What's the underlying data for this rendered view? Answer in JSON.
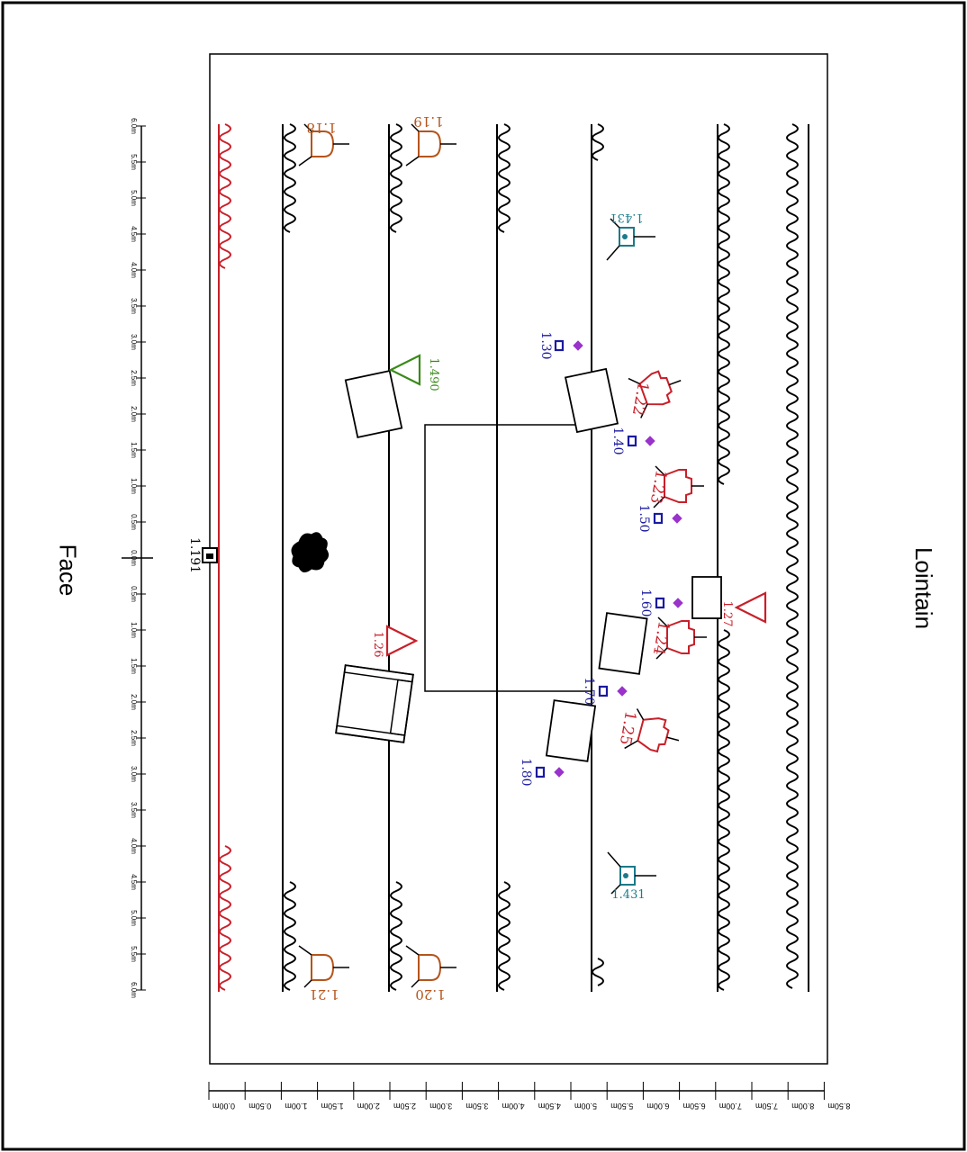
{
  "labels": {
    "face": "Face",
    "lointain": "Lointain"
  },
  "ruler_width_labels": [
    "6.0m",
    "5.5m",
    "5.0m",
    "4.5m",
    "4.0m",
    "3.5m",
    "3.0m",
    "2.5m",
    "2.0m",
    "1.5m",
    "1.0m",
    "0.5m",
    "0.0m",
    "0.5m",
    "1.0m",
    "1.5m",
    "2.0m",
    "2.5m",
    "3.0m",
    "3.5m",
    "4.0m",
    "4.5m",
    "5.0m",
    "5.5m",
    "6.0m"
  ],
  "ruler_depth_labels": [
    "0.00m",
    "0.50m",
    "1.00m",
    "1.50m",
    "2.00m",
    "2.50m",
    "3.00m",
    "3.50m",
    "4.00m",
    "4.50m",
    "5.00m",
    "5.50m",
    "6.00m",
    "6.50m",
    "7.00m",
    "7.50m",
    "8.00m",
    "8.50m"
  ],
  "colors": {
    "ink": "#000000",
    "red": "#c8202a",
    "brown": "#b5541c",
    "teal": "#1a7a8a",
    "green": "#3a8a1a",
    "blue": "#1a1aa0",
    "purple": "#9933cc"
  },
  "fixtures": [
    {
      "id": "1.18",
      "kind": "profile",
      "color": "brown"
    },
    {
      "id": "1.19",
      "kind": "profile",
      "color": "brown"
    },
    {
      "id": "1.20",
      "kind": "profile",
      "color": "brown"
    },
    {
      "id": "1.21",
      "kind": "profile",
      "color": "brown"
    },
    {
      "id": "1.22",
      "kind": "fresnel",
      "color": "red"
    },
    {
      "id": "1.23",
      "kind": "fresnel",
      "color": "red"
    },
    {
      "id": "1.24",
      "kind": "fresnel",
      "color": "red"
    },
    {
      "id": "1.25",
      "kind": "fresnel",
      "color": "red"
    },
    {
      "id": "1.27",
      "kind": "triangle",
      "color": "red"
    },
    {
      "id": "1.26",
      "kind": "triangle",
      "color": "red"
    },
    {
      "id": "1.490",
      "kind": "triangle",
      "color": "green"
    },
    {
      "id": "1.431",
      "kind": "par",
      "color": "teal"
    },
    {
      "id": "1.431",
      "kind": "par",
      "color": "teal"
    },
    {
      "id": "1.191",
      "kind": "spot",
      "color": "ink"
    },
    {
      "id": "1.30",
      "kind": "small",
      "color": "blue"
    },
    {
      "id": "1.40",
      "kind": "small",
      "color": "blue"
    },
    {
      "id": "1.50",
      "kind": "small",
      "color": "blue"
    },
    {
      "id": "1.60",
      "kind": "small",
      "color": "blue"
    },
    {
      "id": "1.70",
      "kind": "small",
      "color": "blue"
    },
    {
      "id": "1.80",
      "kind": "small",
      "color": "blue"
    }
  ]
}
